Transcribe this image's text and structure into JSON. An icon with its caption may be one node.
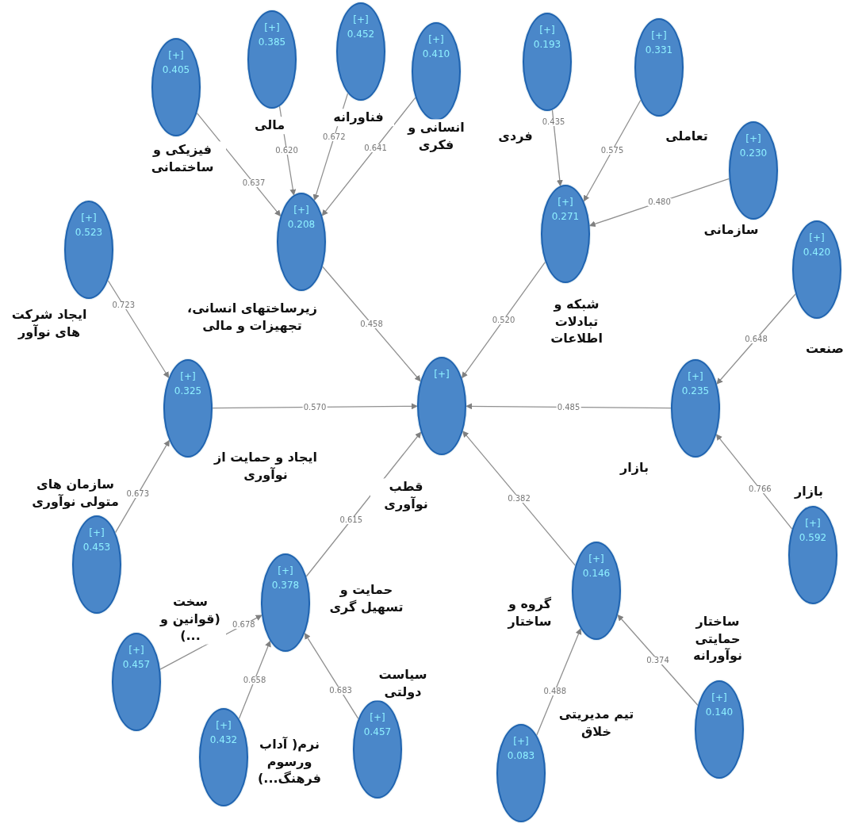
{
  "diagram": {
    "nodes": [
      {
        "text": [
          "[+]",
          "0.405"
        ],
        "beside": [
          "فیزیکی و ساختمانی"
        ]
      },
      {
        "text": [
          "[+]",
          "0.385"
        ],
        "beside": [
          "مالی"
        ]
      },
      {
        "text": [
          "[+]",
          "0.452"
        ],
        "beside": [
          "فناورانه"
        ]
      },
      {
        "text": [
          "[+]",
          "0.410"
        ],
        "beside": [
          "انسانی و فکری"
        ]
      },
      {
        "text": [
          "[+]",
          "0.208"
        ],
        "beside": [
          "زیرساختهای انسانی، تجهیزات و مالی"
        ]
      },
      {
        "text": [
          "[+]",
          "0.193"
        ],
        "beside": [
          "فردی"
        ]
      },
      {
        "text": [
          "[+]",
          "0.331"
        ],
        "beside": [
          "تعاملی"
        ]
      },
      {
        "text": [
          "[+]",
          "0.230"
        ],
        "beside": [
          "سازمانی"
        ]
      },
      {
        "text": [
          "[+]",
          "0.271"
        ],
        "beside": [
          "شبکه و تبادلات اطلاعات"
        ]
      },
      {
        "text": [
          "[+]",
          "0.420"
        ],
        "beside": [
          "صنعت"
        ]
      },
      {
        "text": [
          "[+]",
          "0.523"
        ],
        "beside": [
          "ایجاد شرکت های نوآور"
        ]
      },
      {
        "text": [
          "[+]",
          "0.325"
        ],
        "beside": [
          "ایجاد و حمایت از نوآوری"
        ]
      },
      {
        "text": [
          "[+]"
        ],
        "beside": [
          "قطب نوآوری"
        ]
      },
      {
        "text": [
          "[+]",
          "0.235"
        ],
        "beside": [
          "بازار"
        ]
      },
      {
        "text": [
          "[+]",
          "0.592"
        ],
        "beside": [
          "بازار"
        ]
      },
      {
        "text": [
          "[+]",
          "0.453"
        ],
        "beside": [
          "سازمان های متولی نوآوری"
        ]
      },
      {
        "text": [
          "[+]",
          "0.378"
        ],
        "beside": [
          "حمایت و تسهیل گری"
        ]
      },
      {
        "text": [
          "[+]",
          "0.146"
        ],
        "beside": [
          "گروه و ساختار"
        ]
      },
      {
        "text": [
          "[+]",
          "0.457"
        ],
        "beside": [
          "سخت (قوانین و ...)"
        ]
      },
      {
        "text": [
          "[+]",
          "0.432"
        ],
        "beside": [
          "نرم( آداب ورسوم فرهنگ...)"
        ]
      },
      {
        "text": [
          "[+]",
          "0.457"
        ],
        "beside": [
          "سیاست دولتی"
        ]
      },
      {
        "text": [
          "[+]",
          "0.083"
        ],
        "beside": [
          "تیم مدیریتی خلاق"
        ]
      },
      {
        "text": [
          "[+]",
          "0.140"
        ],
        "beside": [
          "ساختار حمایتی نوآورانه"
        ]
      }
    ],
    "edges": [
      {
        "from": 0,
        "to": 4,
        "arrow": "to",
        "label": "0.637"
      },
      {
        "from": 1,
        "to": 4,
        "arrow": "to",
        "label": "0.620"
      },
      {
        "from": 2,
        "to": 4,
        "arrow": "to",
        "label": "0.672"
      },
      {
        "from": 3,
        "to": 4,
        "arrow": "to",
        "label": "0.641"
      },
      {
        "from": 4,
        "to": 12,
        "arrow": "to",
        "label": "0.458"
      },
      {
        "from": 5,
        "to": 8,
        "arrow": "to",
        "label": "0.435"
      },
      {
        "from": 6,
        "to": 8,
        "arrow": "to",
        "label": "0.575"
      },
      {
        "from": 7,
        "to": 8,
        "arrow": "to",
        "label": "0.480"
      },
      {
        "from": 8,
        "to": 12,
        "arrow": "to",
        "label": "0.520"
      },
      {
        "from": 9,
        "to": 13,
        "arrow": "to",
        "label": "0.648"
      },
      {
        "from": 10,
        "to": 11,
        "arrow": "to",
        "label": "0.723"
      },
      {
        "from": 11,
        "to": 12,
        "arrow": "to",
        "label": "0.570"
      },
      {
        "from": 13,
        "to": 12,
        "arrow": "to",
        "label": "0.485"
      },
      {
        "from": 14,
        "to": 13,
        "arrow": "to",
        "label": "0.766"
      },
      {
        "from": 15,
        "to": 11,
        "arrow": "to",
        "label": "0.673"
      },
      {
        "from": 16,
        "to": 12,
        "arrow": "to",
        "label": "0.615"
      },
      {
        "from": 17,
        "to": 12,
        "arrow": "to",
        "label": "0.382"
      },
      {
        "from": 18,
        "to": 16,
        "arrow": "to",
        "label": "0.678"
      },
      {
        "from": 19,
        "to": 16,
        "arrow": "to",
        "label": "0.658"
      },
      {
        "from": 20,
        "to": 16,
        "arrow": "to",
        "label": "0.683"
      },
      {
        "from": 21,
        "to": 17,
        "arrow": "to",
        "label": "0.488"
      },
      {
        "from": 22,
        "to": 17,
        "arrow": "to",
        "label": "0.374"
      }
    ]
  }
}
